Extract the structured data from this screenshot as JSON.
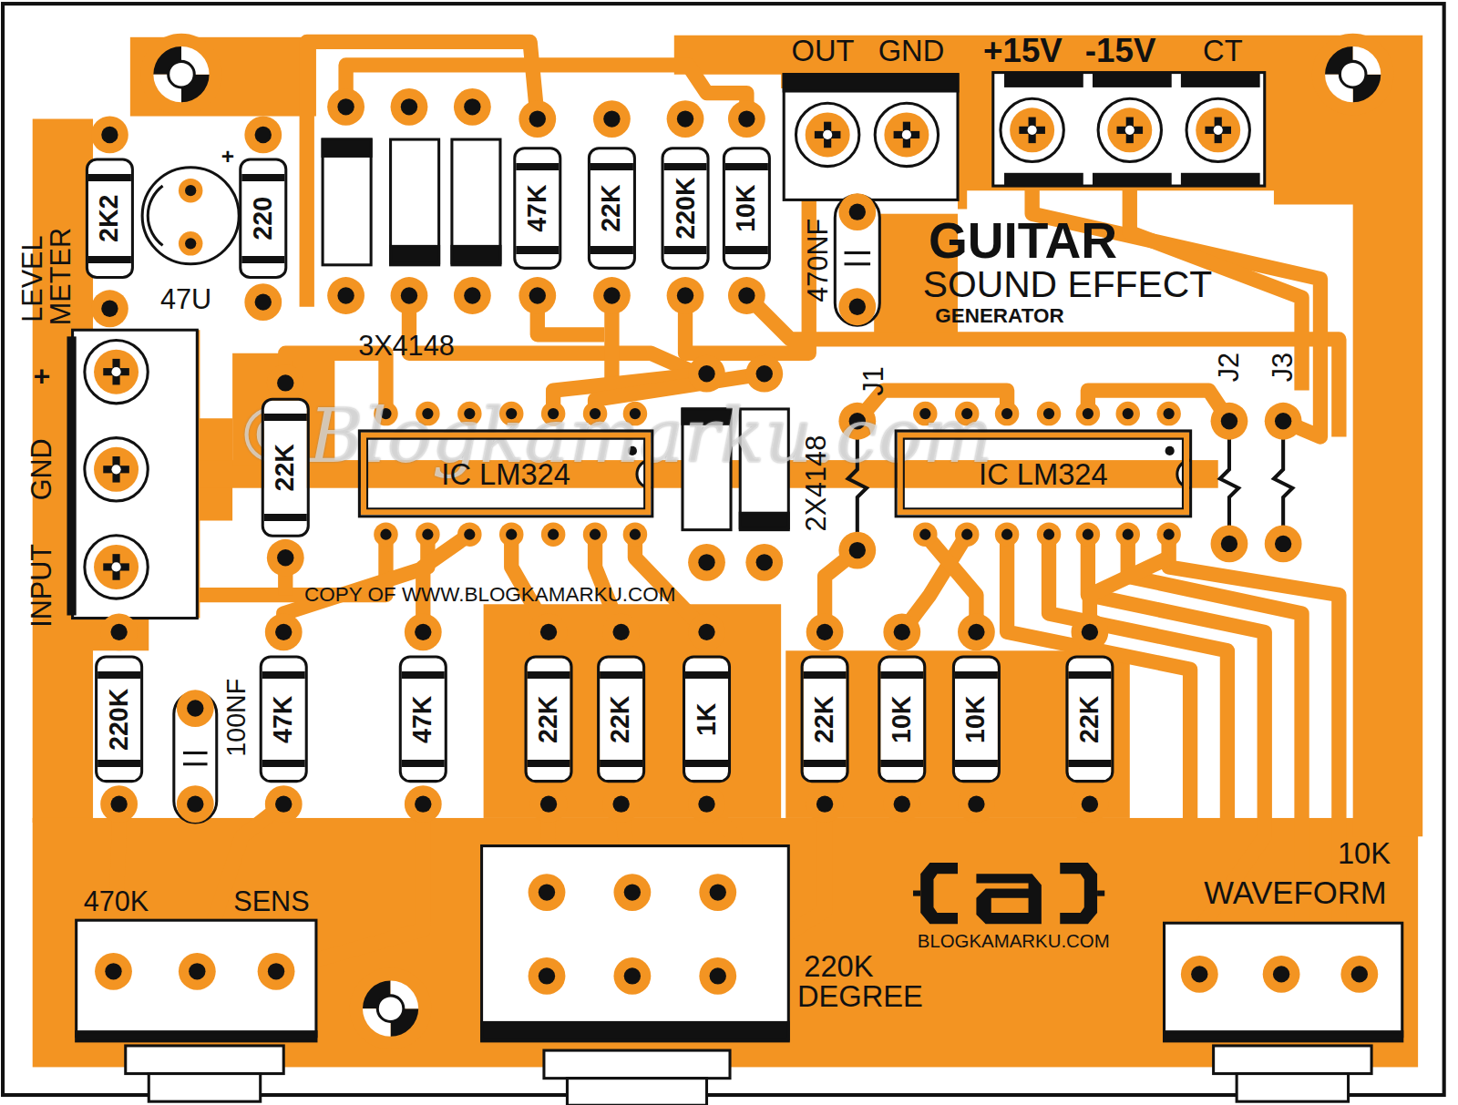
{
  "diagram": {
    "nodes": [
      {
        "text": [
          "2K2"
        ]
      },
      {
        "text": [
          "220"
        ]
      },
      {
        "text": [
          "47K"
        ]
      },
      {
        "text": [
          "22K"
        ]
      },
      {
        "text": [
          "220K"
        ]
      },
      {
        "text": [
          "10K"
        ]
      },
      {
        "text": [
          "22K"
        ]
      },
      {
        "text": [
          "IC LM324"
        ]
      },
      {
        "text": [
          "IC LM324"
        ]
      },
      {
        "text": [
          "220K"
        ]
      },
      {
        "text": [
          "47K"
        ]
      },
      {
        "text": [
          "47K"
        ]
      },
      {
        "text": [
          "22K"
        ]
      },
      {
        "text": [
          "22K"
        ]
      },
      {
        "text": [
          "1K"
        ]
      },
      {
        "text": [
          "22K"
        ]
      },
      {
        "text": [
          "10K"
        ]
      },
      {
        "text": [
          "10K"
        ]
      },
      {
        "text": [
          "22K"
        ]
      }
    ],
    "labels": [
      "47U",
      "+",
      "3X4148",
      "470NF",
      "OUT",
      "GND",
      "+15V",
      "-15V",
      "CT",
      "GUITAR",
      "SOUND EFFECT",
      "GENERATOR",
      "LEVEL METER",
      "+",
      "GND",
      "INPUT",
      "J1",
      "2X4148",
      "J2",
      "J3",
      "©Blogkamarku.com",
      "COPY OF WWW.BLOGKAMARKU.COM",
      "100NF",
      "470K",
      "SENS",
      "220K",
      "DEGREE",
      "10K",
      "WAVEFORM",
      "BLOGKAMARKU.COM"
    ]
  }
}
